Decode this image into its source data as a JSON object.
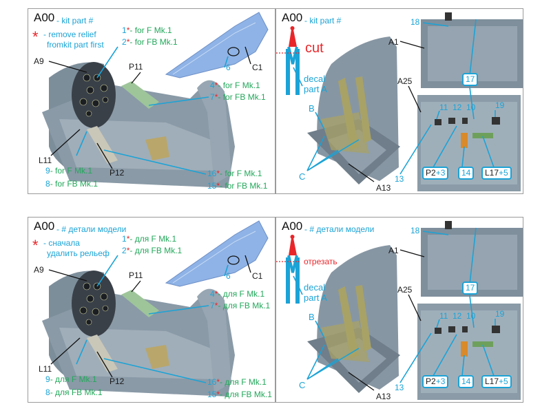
{
  "colors": {
    "number": "#1ba3d6",
    "text": "#22a85a",
    "accent": "#e8262a",
    "part": "#1a1a1a"
  },
  "panels": {
    "top_left": {
      "part_code": "A00",
      "part_legend": "- kit part #",
      "asterisk": "*",
      "note_line1": "- remove relief",
      "note_line2": "fromkit part first",
      "c1n": "1",
      "c1t": "- for F Mk.1",
      "c2n": "2",
      "c2t": "- for FB Mk.1",
      "a9": "A9",
      "p11": "P11",
      "n6": "6",
      "c1": "C1",
      "c4n": "4",
      "c4t": "- for F Mk.1",
      "c7n": "7",
      "c7t": "- for FB Mk.1",
      "l11": "L11",
      "c9n": "9",
      "c9t": "- for F Mk.1",
      "c8n": "8",
      "c8t": "- for FB Mk.1",
      "p12": "P12",
      "c16n": "16",
      "c16t": "- for F Mk.1",
      "c15n": "15",
      "c15t": "- for FB Mk.1"
    },
    "bottom_left": {
      "part_code": "A00",
      "part_legend": "- # детали модели",
      "asterisk": "*",
      "note_line1": "- сначала",
      "note_line2": "удалить рельеф",
      "c1n": "1",
      "c1t": "- для F Mk.1",
      "c2n": "2",
      "c2t": "- для FB Mk.1",
      "a9": "A9",
      "p11": "P11",
      "n6": "6",
      "c1": "C1",
      "c4n": "4",
      "c4t": "- для F Mk.1",
      "c7n": "7",
      "c7t": "- для FB Mk.1",
      "l11": "L11",
      "c9n": "9",
      "c9t": "- для F Mk.1",
      "c8n": "8",
      "c8t": "- для FB Mk.1",
      "p12": "P12",
      "c16n": "16",
      "c16t": "- для F Mk.1",
      "c15n": "15",
      "c15t": "- для FB Mk.1"
    },
    "top_right": {
      "part_code": "A00",
      "part_legend": "- kit part #",
      "cut": "cut",
      "decal1": "decal",
      "decal2": "part A",
      "b": "B",
      "c": "C",
      "a13": "A13",
      "n18": "18",
      "a1": "A1",
      "n17": "17",
      "a25": "A25",
      "n11": "11",
      "n12": "12",
      "n10": "10",
      "n19": "19",
      "n13": "13",
      "p2": "P2",
      "p2plus": "+3",
      "n14": "14",
      "l17": "L17",
      "l17plus": "+5"
    },
    "bottom_right": {
      "part_code": "A00",
      "part_legend": "- # детали модели",
      "cut": "отрезать",
      "decal1": "decal",
      "decal2": "part A",
      "b": "B",
      "c": "C",
      "a13": "A13",
      "n18": "18",
      "a1": "A1",
      "n17": "17",
      "a25": "A25",
      "n11": "11",
      "n12": "12",
      "n10": "10",
      "n19": "19",
      "n13": "13",
      "p2": "P2",
      "p2plus": "+3",
      "n14": "14",
      "l17": "L17",
      "l17plus": "+5"
    }
  }
}
